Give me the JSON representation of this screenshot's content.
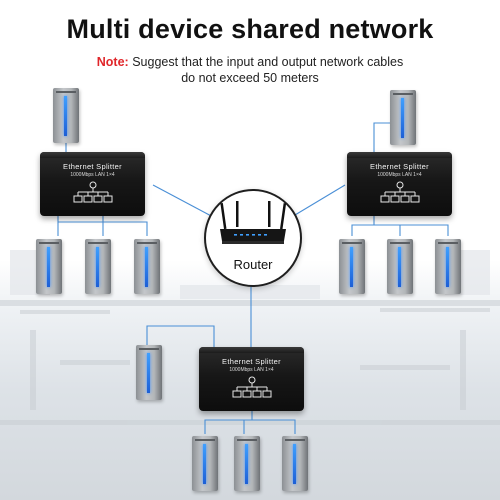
{
  "title": "Multi device shared network",
  "note": {
    "label": "Note:",
    "line1": "Suggest that the input and output network cables",
    "line2": "do not exceed 50 meters"
  },
  "router": {
    "label": "Router"
  },
  "splitters": [
    {
      "name": "Ethernet Splitter",
      "spec": "1000Mbps LAN 1×4"
    },
    {
      "name": "Ethernet Splitter",
      "spec": "1000Mbps LAN 1×4"
    },
    {
      "name": "Ethernet Splitter",
      "spec": "1000Mbps LAN 1×4"
    }
  ],
  "colors": {
    "accent": "#e0262a",
    "cable": "#4a8fd6",
    "led": "#3fa0ff"
  }
}
